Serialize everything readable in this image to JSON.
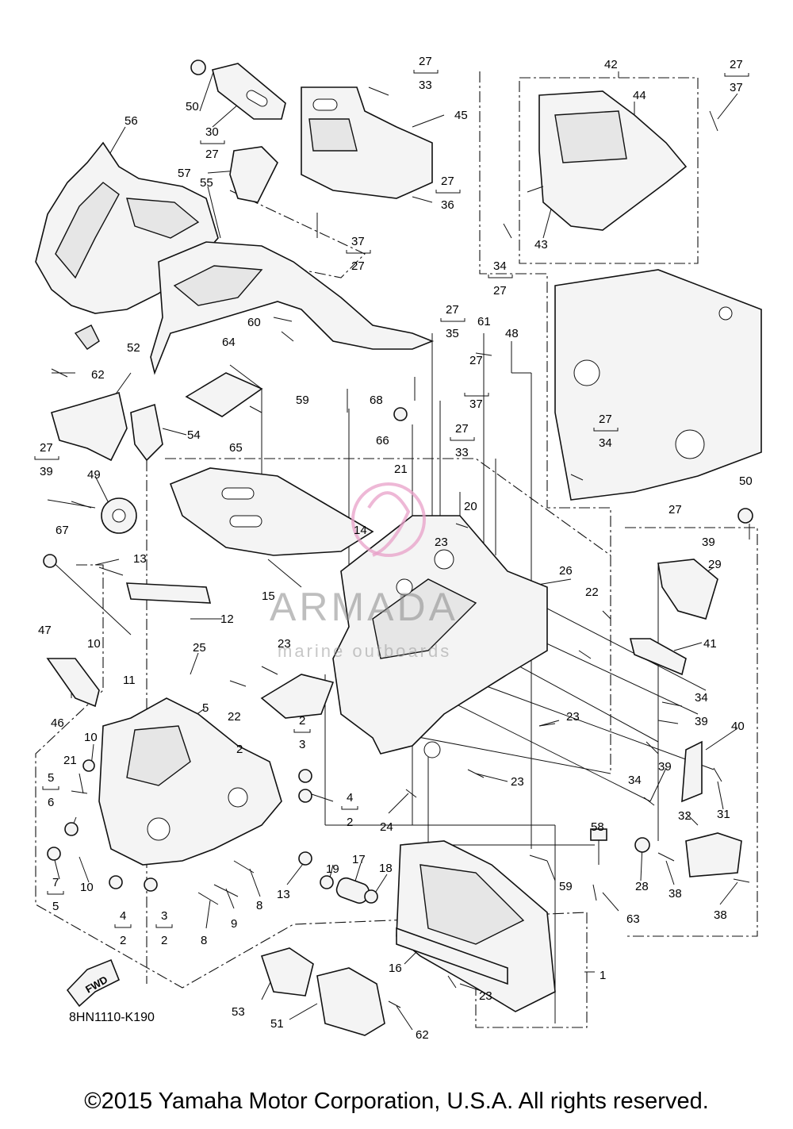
{
  "diagram_code": "8HN1110-K190",
  "copyright": "©2015 Yamaha Motor Corporation, U.S.A. All rights reserved.",
  "watermark": {
    "brand": "ARMADA",
    "tagline": "marine outboards",
    "color": "#e8a0c8"
  },
  "fwd_label": "FWD",
  "labels": {
    "l1": "1",
    "l2a": "2",
    "l2b": "2",
    "l2c": "2",
    "l2d": "2",
    "l2e": "2",
    "l3a": "3",
    "l3b": "3",
    "l4a": "4",
    "l4b": "4",
    "l5a": "5",
    "l5b": "5",
    "l5c": "5",
    "l6": "6",
    "l7": "7",
    "l8a": "8",
    "l8b": "8",
    "l9": "9",
    "l10a": "10",
    "l10b": "10",
    "l10c": "10",
    "l11": "11",
    "l12": "12",
    "l13a": "13",
    "l13b": "13",
    "l14": "14",
    "l15": "15",
    "l16": "16",
    "l17": "17",
    "l18": "18",
    "l19": "19",
    "l20": "20",
    "l21a": "21",
    "l21b": "21",
    "l22a": "22",
    "l22b": "22",
    "l23a": "23",
    "l23b": "23",
    "l23c": "23",
    "l23d": "23",
    "l23e": "23",
    "l24": "24",
    "l25": "25",
    "l26": "26",
    "l27a": "27",
    "l27b": "27",
    "l27c": "27",
    "l27d": "27",
    "l27e": "27",
    "l27f": "27",
    "l27g": "27",
    "l27h": "27",
    "l27i": "27",
    "l27j": "27",
    "l27k": "27",
    "l27l": "27",
    "l28": "28",
    "l29": "29",
    "l30": "30",
    "l31": "31",
    "l32": "32",
    "l33a": "33",
    "l33b": "33",
    "l34a": "34",
    "l34b": "34",
    "l34c": "34",
    "l34d": "34",
    "l35": "35",
    "l36": "36",
    "l37a": "37",
    "l37b": "37",
    "l37c": "37",
    "l38a": "38",
    "l38b": "38",
    "l39a": "39",
    "l39b": "39",
    "l39c": "39",
    "l39d": "39",
    "l40": "40",
    "l41": "41",
    "l42": "42",
    "l43": "43",
    "l44": "44",
    "l45": "45",
    "l46": "46",
    "l47": "47",
    "l48": "48",
    "l49": "49",
    "l50a": "50",
    "l50b": "50",
    "l51": "51",
    "l52": "52",
    "l53": "53",
    "l54": "54",
    "l55": "55",
    "l56": "56",
    "l57": "57",
    "l58": "58",
    "l59a": "59",
    "l59b": "59",
    "l60": "60",
    "l61": "61",
    "l62a": "62",
    "l62b": "62",
    "l63": "63",
    "l64": "64",
    "l65": "65",
    "l66": "66",
    "l67": "67",
    "l68": "68"
  }
}
